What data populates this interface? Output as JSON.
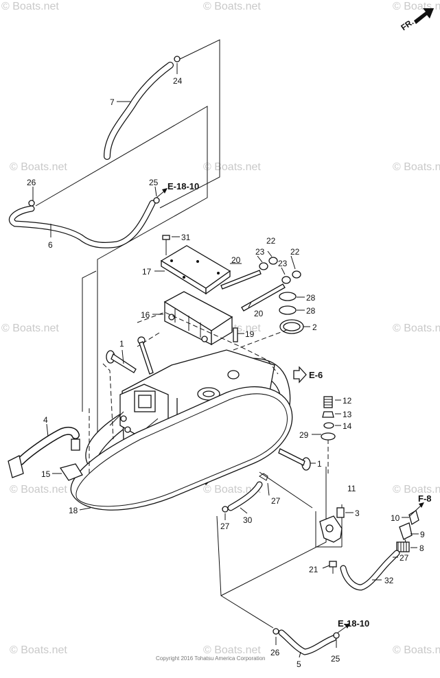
{
  "watermark": "© Boats.net",
  "copyright": "Copyright 2016 Tohatsu America Corporation",
  "front_marker": "FR.",
  "refs": {
    "e1810": "E-18-10",
    "e6": "E-6",
    "f8": "F-8"
  },
  "callouts": {
    "c1": "1",
    "c1b": "1",
    "c2": "2",
    "c3": "3",
    "c4": "4",
    "c5": "5",
    "c6": "6",
    "c7": "7",
    "c8": "8",
    "c9": "9",
    "c10": "10",
    "c11": "11",
    "c12": "12",
    "c13": "13",
    "c14": "14",
    "c15": "15",
    "c16": "16",
    "c17": "17",
    "c18": "18",
    "c19": "19",
    "c20a": "20",
    "c20b": "20",
    "c21": "21",
    "c22a": "22",
    "c22b": "22",
    "c23a": "23",
    "c23b": "23",
    "c24": "24",
    "c25a": "25",
    "c25b": "25",
    "c26a": "26",
    "c26b": "26",
    "c27a": "27",
    "c27b": "27",
    "c27c": "27",
    "c28a": "28",
    "c28b": "28",
    "c29": "29",
    "c30": "30",
    "c31": "31",
    "c32": "32"
  }
}
